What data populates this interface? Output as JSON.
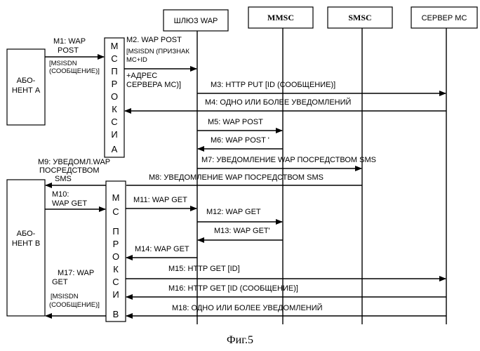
{
  "headers": {
    "gateway": "ШЛЮЗ WAP",
    "mmsc": "MMSC",
    "smsc": "SMSC",
    "server": "СЕРВЕР МС"
  },
  "subscriber_a": [
    "АБО-",
    "НЕНТ А"
  ],
  "subscriber_b": [
    "АБО-",
    "НЕНТ В"
  ],
  "proxy_a_letters": [
    "М",
    "С",
    "П",
    "Р",
    "О",
    "К",
    "С",
    "И",
    "А"
  ],
  "proxy_b_letters": [
    "М",
    "С",
    "П",
    "Р",
    "О",
    "К",
    "С",
    "И",
    "В"
  ],
  "messages": {
    "m1": [
      "M1: WAP",
      "POST"
    ],
    "m1_sub": [
      "[MSISDN",
      "(СООБЩЕНИЕ)]"
    ],
    "m2": [
      "M2. WAP POST",
      "[MSISDN (ПРИЗНАК",
      "MC+ID",
      "+АДРЕС",
      "СЕРВЕРА МС)]"
    ],
    "m3": "M3: HTTP PUT [ID (СООБЩЕНИЕ)]",
    "m4": "M4: ОДНО ИЛИ БОЛЕЕ УВЕДОМЛЕНИЙ",
    "m5": "M5: WAP POST",
    "m6": "M6: WAP POST '",
    "m7": "M7: УВЕДОМЛЕНИЕ WAP ПОСРЕДСТВОМ SMS",
    "m8": "M8: УВЕДОМЛЕНИЕ WAP ПОСРЕДСТВОМ SMS",
    "m9": [
      "M9: УВЕДОМЛ.WAP",
      "ПОСРЕДСТВОМ",
      "SMS"
    ],
    "m10": [
      "M10:",
      "WAP GET"
    ],
    "m11": "M11: WAP GET",
    "m12": "M12: WAP GET",
    "m13": "M13: WAP GET'",
    "m14": "M14: WAP GET",
    "m15": "M15: HTTP GET [ID]",
    "m16": "M16: HTTP GET [ID (СООБЩЕНИЕ)]",
    "m17": [
      "M17: WAP",
      "GET"
    ],
    "m17_sub": [
      "[MSISDN",
      "(СООБЩЕНИЕ)]"
    ],
    "m18": "M18: ОДНО ИЛИ БОЛЕЕ УВЕДОМЛЕНИЙ"
  },
  "caption": "Фиг.5"
}
